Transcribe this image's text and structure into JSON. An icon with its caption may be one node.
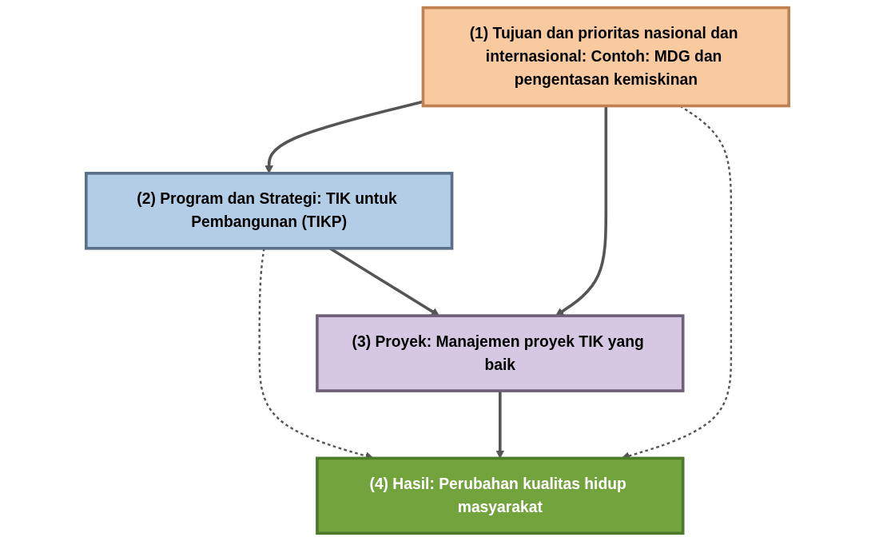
{
  "diagram": {
    "nodes": [
      {
        "text": [
          "(1) Tujuan dan prioritas nasional dan internasional: Contoh: MDG dan pengentasan kemiskinan"
        ]
      },
      {
        "text": [
          "(2) Program dan Strategi: TIK untuk Pembangunan (TIKP)"
        ]
      },
      {
        "text": [
          "(3) Proyek: Manajemen proyek TIK yang baik"
        ]
      },
      {
        "text": [
          "(4) Hasil: Perubahan kualitas hidup masyarakat"
        ]
      }
    ],
    "edges": [
      {
        "from": 0,
        "to": 1,
        "arrow": "to"
      },
      {
        "from": 0,
        "to": 2,
        "arrow": "to"
      },
      {
        "from": 0,
        "to": 3,
        "arrow": "to",
        "style": "dashed"
      },
      {
        "from": 1,
        "to": 3,
        "arrow": "to",
        "style": "dashed"
      },
      {
        "from": 1,
        "to": 2,
        "arrow": "to"
      },
      {
        "from": 2,
        "to": 3,
        "arrow": "to"
      }
    ]
  }
}
